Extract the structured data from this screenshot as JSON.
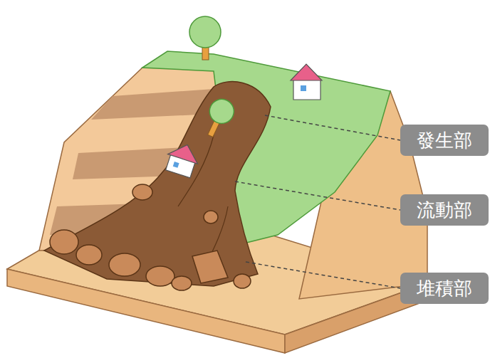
{
  "diagram": {
    "nodes": [
      {
        "text": [
          "發生部"
        ]
      },
      {
        "text": [
          "流動部"
        ]
      },
      {
        "text": [
          "堆積部"
        ]
      }
    ]
  }
}
